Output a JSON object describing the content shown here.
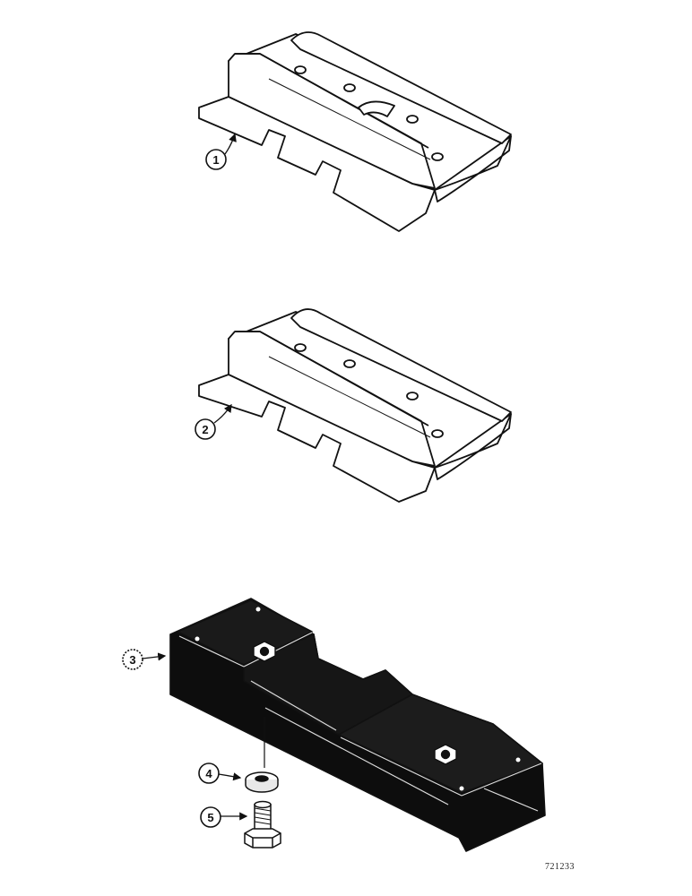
{
  "diagram": {
    "figure_id": "721233",
    "callouts": [
      "1",
      "2",
      "3",
      "4",
      "5"
    ]
  }
}
